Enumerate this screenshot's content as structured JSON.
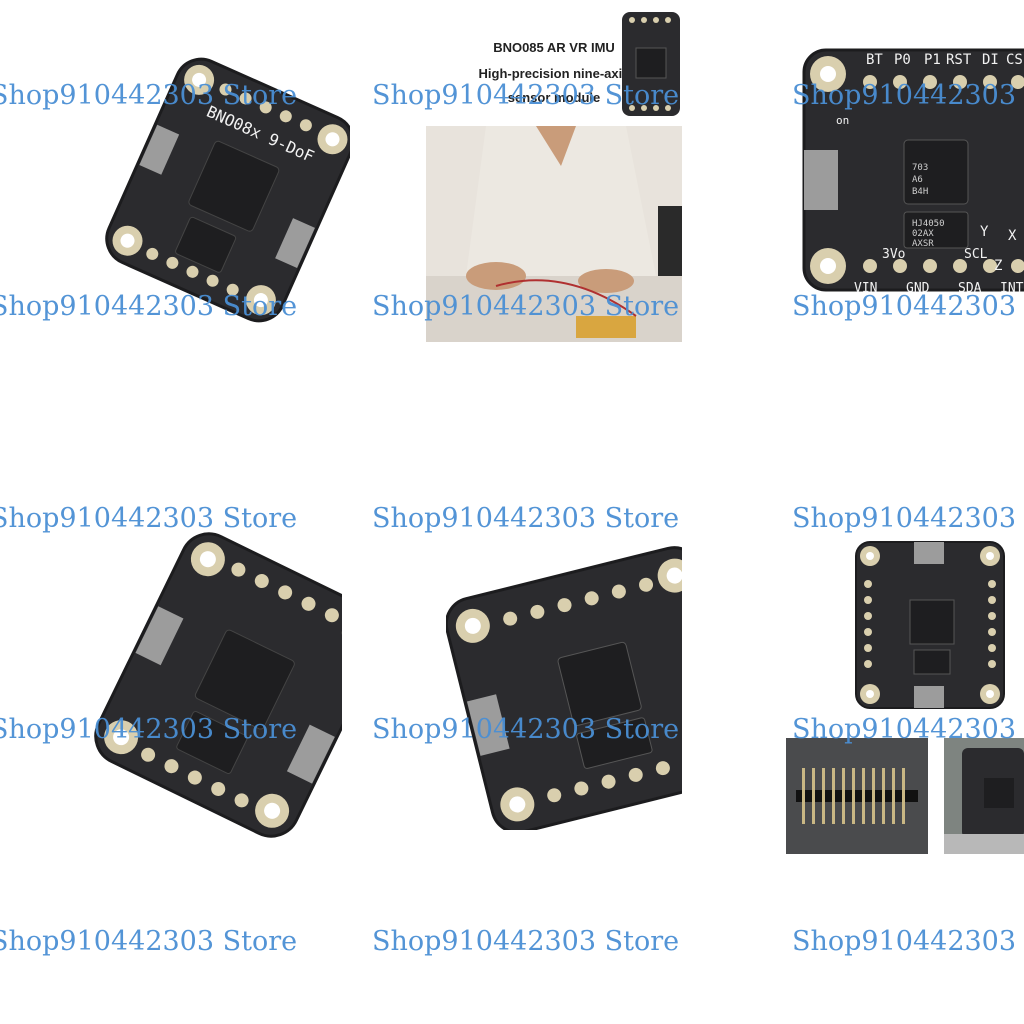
{
  "watermark": "Shop910442303 Store",
  "promo": {
    "title": "BNO085 AR VR IMU",
    "line2": "High-precision nine-axis",
    "line3": "sensor module"
  },
  "board": {
    "name": "BNO08x 9-DoF",
    "top_pins": [
      "BT",
      "P0",
      "P1",
      "RST",
      "DI",
      "CS"
    ],
    "bottom_labels": [
      "3Vo",
      "SCL"
    ],
    "bottom_pins": [
      "VIN",
      "GND",
      "SDA",
      "INT"
    ],
    "axis_y": "Y",
    "axis_x": "X",
    "axis_z": "Z",
    "on_label": "on",
    "chip_marks": [
      "703",
      "A6",
      "B4H",
      "HJ4050",
      "02AX",
      "AXSR"
    ]
  },
  "colors": {
    "pcb": "#2b2b2e",
    "pcb_edge": "#1c1c1e",
    "pad": "#d9cfae",
    "silk": "#f2f2f2",
    "watermark": "#4a8fd4",
    "skin": "#c99c7a",
    "shirt": "#ece8e1",
    "header_bg": "#4a4b4d",
    "pins": "#c9b784"
  },
  "icons": [
    "pcb-board-image",
    "photo-person-soldering",
    "pin-header-image"
  ]
}
